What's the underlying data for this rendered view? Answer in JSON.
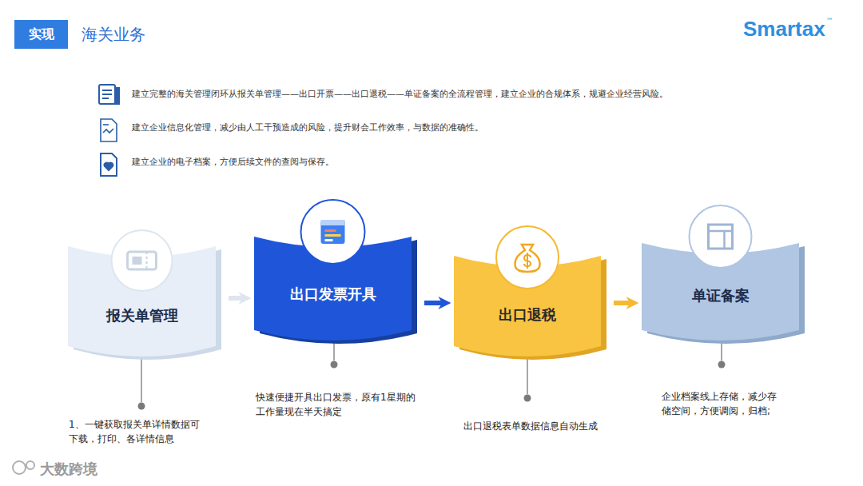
{
  "diagram": {
    "title": "海关业务",
    "nodes": [
      {
        "text": [
          "实现"
        ]
      },
      {
        "text": [
          "报关单管理"
        ]
      },
      {
        "text": [
          "出口发票开具"
        ]
      },
      {
        "text": [
          "出口退税"
        ]
      },
      {
        "text": [
          "单证备案"
        ]
      }
    ],
    "edges": [
      {
        "from": 1,
        "to": 2,
        "arrow": "to"
      },
      {
        "from": 2,
        "to": 3,
        "arrow": "to"
      },
      {
        "from": 3,
        "to": 4,
        "arrow": "to"
      }
    ],
    "labels": [
      "Smartax",
      "™",
      "建立完整的海关管理闭环从报关单管理——出口开票——出口退税——单证备案的全流程管理，建立企业的合规体系，规避企业经营风险。",
      "建立企业信息化管理，减少由人工干预造成的风险，提升财会工作效率，与数据的准确性。",
      "建立企业的电子档案，方便后续文件的查阅与保存。",
      "1、一键获取报关单详情数据可下载，打印、各详情信息",
      "快速便捷开具出口发票，原有1星期的工作量现在半天搞定",
      "出口退税表单数据信息自动生成",
      "企业档案线上存储，减少存储空间，方便调阅，归档;",
      "大数跨境"
    ]
  }
}
